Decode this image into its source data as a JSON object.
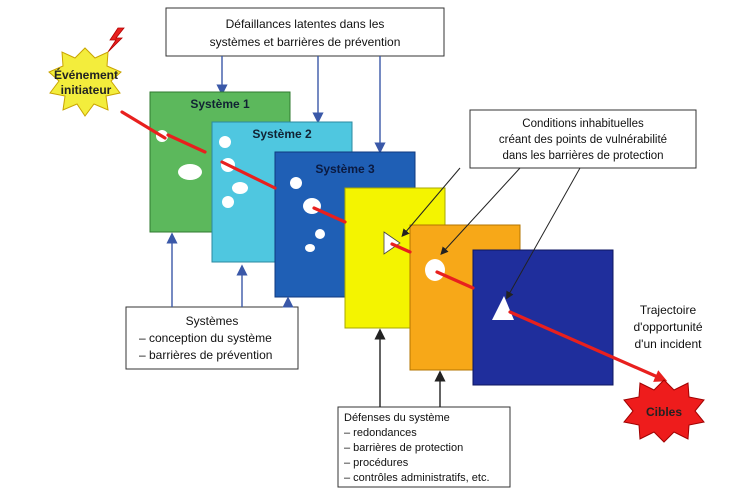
{
  "top_box": {
    "line1": "Défaillances latentes dans les",
    "line2": "systèmes et barrières de prévention"
  },
  "event": {
    "line1": "Événement",
    "line2": "initiateur"
  },
  "layers": {
    "s1": "Système 1",
    "s2": "Système 2",
    "s3": "Système 3"
  },
  "conditions_box": {
    "line1": "Conditions inhabituelles",
    "line2": "créant des points de vulnérabilité",
    "line3": "dans les barrières de protection"
  },
  "systems_box": {
    "line1": "Systèmes",
    "line2": "– conception du système",
    "line3": "– barrières de prévention"
  },
  "trajectory": {
    "line1": "Trajectoire",
    "line2": "d'opportunité",
    "line3": "d'un incident"
  },
  "defenses_box": {
    "line1": "Défenses du système",
    "line2": "– redondances",
    "line3": "– barrières de protection",
    "line4": "– procédures",
    "line5": "– contrôles administratifs, etc."
  },
  "target": {
    "label": "Cibles"
  },
  "colors": {
    "layer1": "#5cb85c",
    "layer2": "#4fc7e0",
    "layer3": "#1f5fb5",
    "layer4": "#f4f400",
    "layer5": "#f7a818",
    "layer6": "#1f2e9c",
    "trajectory": "#e8201e",
    "connector": "#3a58a8",
    "event_star": "#f3ed3c",
    "target_star": "#ee1c1c"
  }
}
